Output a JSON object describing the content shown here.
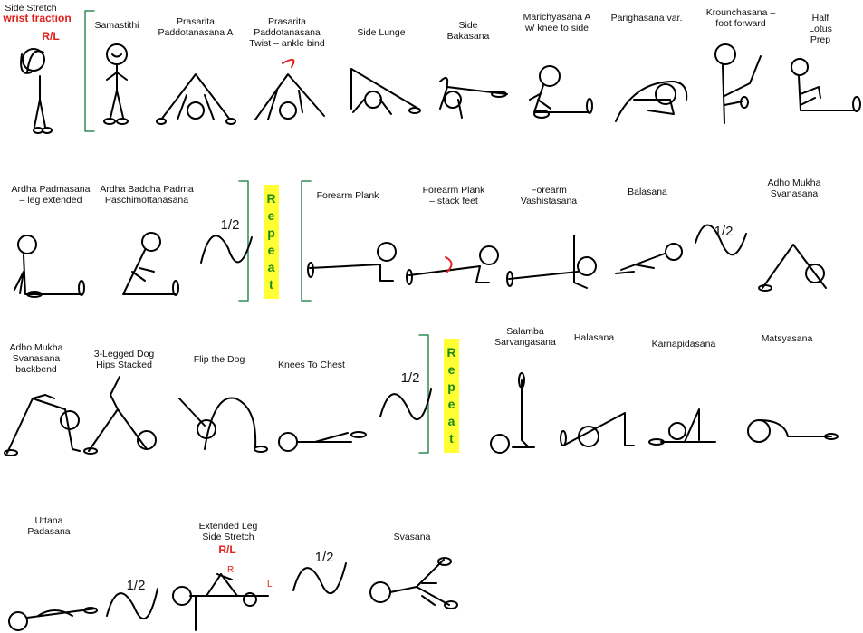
{
  "poses": [
    {
      "id": "side-stretch",
      "label": "Side Stretch",
      "note": "wrist traction",
      "side": "R/L"
    },
    {
      "id": "samastithi",
      "label": "Samastithi"
    },
    {
      "id": "prasarita-a",
      "label": "Prasarita\nPaddotanasana A"
    },
    {
      "id": "prasarita-twist",
      "label": "Prasarita\nPaddotanasana\nTwist – ankle bind"
    },
    {
      "id": "side-lunge",
      "label": "Side Lunge"
    },
    {
      "id": "side-bakasana",
      "label": "Side\nBakasana"
    },
    {
      "id": "marichyasana-a",
      "label": "Marichyasana A\nw/ knee to side"
    },
    {
      "id": "parighasana",
      "label": "Parighasana var."
    },
    {
      "id": "krounchasana",
      "label": "Krounchasana –\nfoot forward"
    },
    {
      "id": "half-lotus-prep",
      "label": "Half Lotus\nPrep"
    },
    {
      "id": "ardha-padmasana",
      "label": "Ardha Padmasana\n– leg extended"
    },
    {
      "id": "ardha-baddha-padma",
      "label": "Ardha Baddha Padma\nPaschimottanasana"
    },
    {
      "id": "forearm-plank",
      "label": "Forearm Plank"
    },
    {
      "id": "forearm-plank-stack",
      "label": "Forearm Plank\n– stack feet"
    },
    {
      "id": "forearm-vashistasana",
      "label": "Forearm\nVashistasana"
    },
    {
      "id": "balasana",
      "label": "Balasana"
    },
    {
      "id": "adho-mukha-1",
      "label": "Adho Mukha\nSvanasana"
    },
    {
      "id": "adho-mukha-backbend",
      "label": "Adho Mukha\nSvanasana\nbackbend"
    },
    {
      "id": "three-legged-dog",
      "label": "3-Legged Dog\nHips Stacked"
    },
    {
      "id": "flip-the-dog",
      "label": "Flip the Dog"
    },
    {
      "id": "knees-to-chest",
      "label": "Knees To Chest"
    },
    {
      "id": "salamba-sarvangasana",
      "label": "Salamba\nSarvangasana"
    },
    {
      "id": "halasana",
      "label": "Halasana"
    },
    {
      "id": "karnapidasana",
      "label": "Karnapidasana"
    },
    {
      "id": "matsyasana",
      "label": "Matsyasana"
    },
    {
      "id": "uttana-padasana",
      "label": "Uttana\nPadasana"
    },
    {
      "id": "extended-leg-side-stretch",
      "label": "Extended Leg\nSide Stretch",
      "side": "R/L",
      "right_mark": "R",
      "left_mark": "L"
    },
    {
      "id": "svasana",
      "label": "Svasana"
    }
  ],
  "half_marks": [
    "1/2",
    "1/2",
    "1/2",
    "1/2"
  ],
  "repeat_marks": [
    {
      "letters": [
        "R",
        "e",
        "p",
        "e",
        "a",
        "t"
      ]
    },
    {
      "letters": [
        "R",
        "e",
        "p",
        "e",
        "a",
        "t"
      ]
    }
  ],
  "colors": {
    "accent_red": "#e0201b",
    "bracket_green": "#2e8b57",
    "repeat_bg": "#ffff33",
    "repeat_text": "#1a8a1a"
  }
}
